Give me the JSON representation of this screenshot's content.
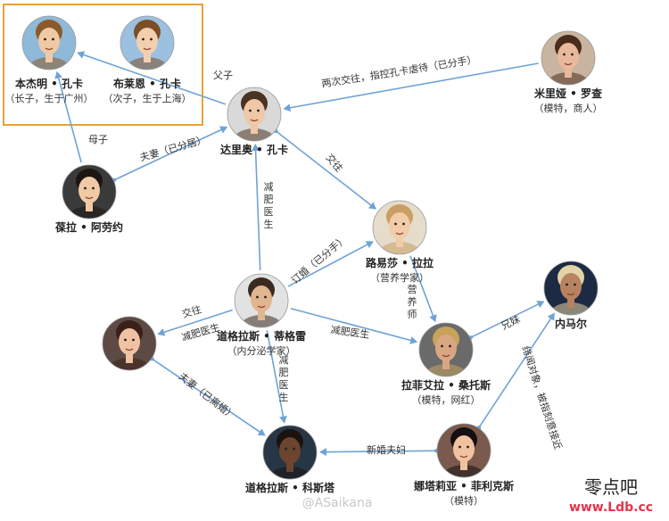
{
  "nodes": [
    {
      "id": "benjamin",
      "name": "本杰明 • 孔卡",
      "sub": "（长子，生于广州）",
      "photo": "boy-eldest"
    },
    {
      "id": "bryan",
      "name": "布莱恩 • 孔卡",
      "sub": "（次子，生于上海）",
      "photo": "boy-younger"
    },
    {
      "id": "dario",
      "name": "达里奥 • 孔卡",
      "sub": "",
      "photo": "man-short-hair"
    },
    {
      "id": "miriam",
      "name": "米里娅 • 罗查",
      "sub": "（模特，商人）",
      "photo": "woman-long-hair"
    },
    {
      "id": "paula",
      "name": "葆拉 • 阿劳约",
      "sub": "",
      "photo": "woman-dark-hair"
    },
    {
      "id": "luisa",
      "name": "路易莎 • 拉拉",
      "sub": "（营养学家）",
      "photo": "woman-blonde"
    },
    {
      "id": "neymar",
      "name": "内马尔",
      "sub": "",
      "photo": "man-footballer"
    },
    {
      "id": "douglas",
      "name": "道格拉斯 • 蒂格雷",
      "sub": "（内分泌学家）",
      "photo": "man-beard"
    },
    {
      "id": "woman_left",
      "name": "",
      "sub": "",
      "photo": "woman-brunette"
    },
    {
      "id": "rafaella",
      "name": "拉菲艾拉 • 桑托斯",
      "sub": "（模特，网红）",
      "photo": "woman-streaked-hair"
    },
    {
      "id": "costa",
      "name": "道格拉斯 • 科斯塔",
      "sub": "",
      "photo": "man-dark-skin"
    },
    {
      "id": "nathalia",
      "name": "娜塔莉亚 • 菲利克斯",
      "sub": "（模特）",
      "photo": "woman-black-hair"
    }
  ],
  "edges": [
    {
      "from": "dario",
      "to": "benjamin",
      "label": "父子"
    },
    {
      "from": "paula",
      "to": "benjamin",
      "label": "母子"
    },
    {
      "from": "miriam",
      "to": "dario",
      "label": "两次交往，指控孔卡虐待（已分手）"
    },
    {
      "from": "paula",
      "to": "dario",
      "label": "夫妻（已分居）"
    },
    {
      "from": "dario",
      "to": "luisa",
      "label": "交往"
    },
    {
      "from": "douglas",
      "to": "dario",
      "label": "减肥医生"
    },
    {
      "from": "douglas",
      "to": "luisa",
      "label": "订婚（已分手）"
    },
    {
      "from": "luisa",
      "to": "rafaella",
      "label": "营养师"
    },
    {
      "from": "douglas",
      "to": "woman_left",
      "label": "交往"
    },
    {
      "from": "douglas",
      "to": "woman_left",
      "label2": "减肥医生"
    },
    {
      "from": "douglas",
      "to": "rafaella",
      "label": "减肥医生"
    },
    {
      "from": "rafaella",
      "to": "neymar",
      "label": "兄妹"
    },
    {
      "from": "douglas",
      "to": "costa",
      "label": "减肥医生"
    },
    {
      "from": "woman_left",
      "to": "costa",
      "label": "夫妻（已离婚）"
    },
    {
      "from": "nathalia",
      "to": "costa",
      "label": "新婚夫妇"
    },
    {
      "from": "nathalia",
      "to": "neymar",
      "label": "绯闻对象，被指刻意接近"
    }
  ],
  "watermark": "@ASaikana",
  "site_logo": {
    "title": "零点吧",
    "url": "www.Ldb.cc"
  },
  "colors": {
    "arrow": "#6fa3d6",
    "family_box": "#e8a23a",
    "url": "#e8334a",
    "text": "#222222"
  }
}
